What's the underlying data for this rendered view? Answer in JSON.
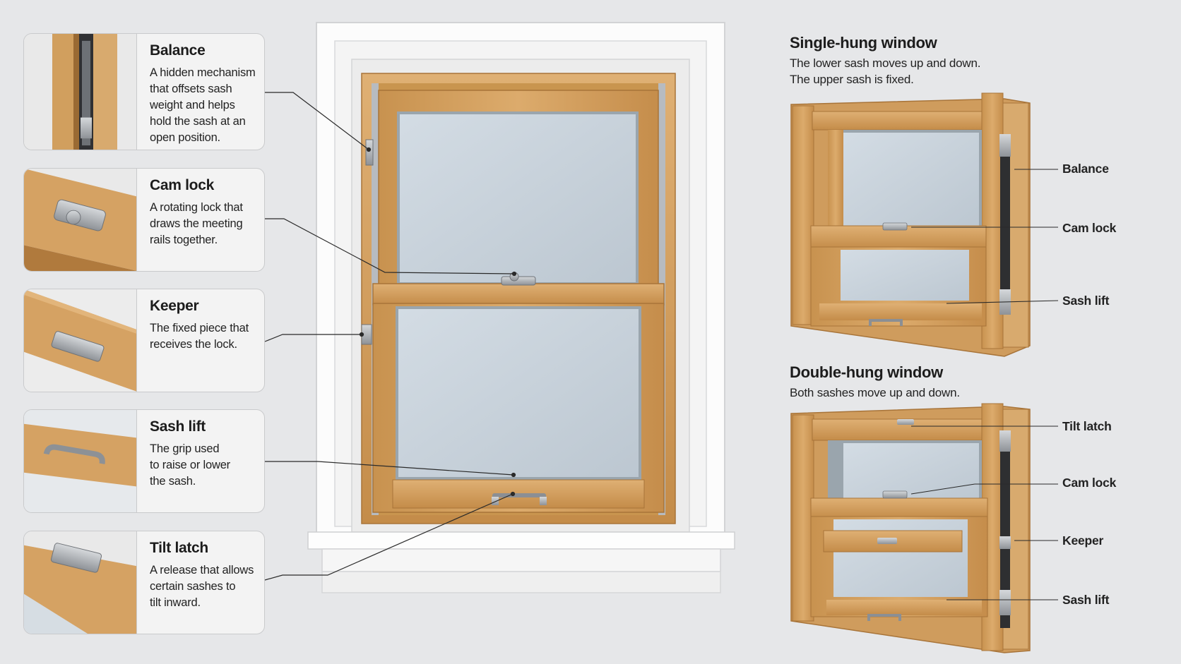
{
  "cards": [
    {
      "title": "Balance",
      "desc": "A hidden mechanism\nthat offsets sash\nweight and helps\nhold the sash at an\nopen position."
    },
    {
      "title": "Cam lock",
      "desc": "A rotating lock that\ndraws the meeting\nrails together."
    },
    {
      "title": "Keeper",
      "desc": "The fixed piece that\nreceives the lock."
    },
    {
      "title": "Sash lift",
      "desc": "The grip used\nto raise or lower\nthe sash."
    },
    {
      "title": "Tilt latch",
      "desc": "A release that allows\ncertain sashes to\ntilt inward."
    }
  ],
  "single_hung": {
    "title": "Single-hung window",
    "desc": "The lower sash moves up and down.\nThe upper sash is fixed.",
    "labels": [
      "Balance",
      "Cam lock",
      "Sash lift"
    ]
  },
  "double_hung": {
    "title": "Double-hung window",
    "desc": "Both sashes move up and down.",
    "labels": [
      "Tilt latch",
      "Cam lock",
      "Keeper",
      "Sash lift"
    ]
  },
  "colors": {
    "background": "#e6e7e9",
    "wood": "#d7a567",
    "wood_dark": "#b98444",
    "glass": "#c7d1da",
    "trim": "#fbfbfb",
    "metal": "#9a9ea3"
  }
}
